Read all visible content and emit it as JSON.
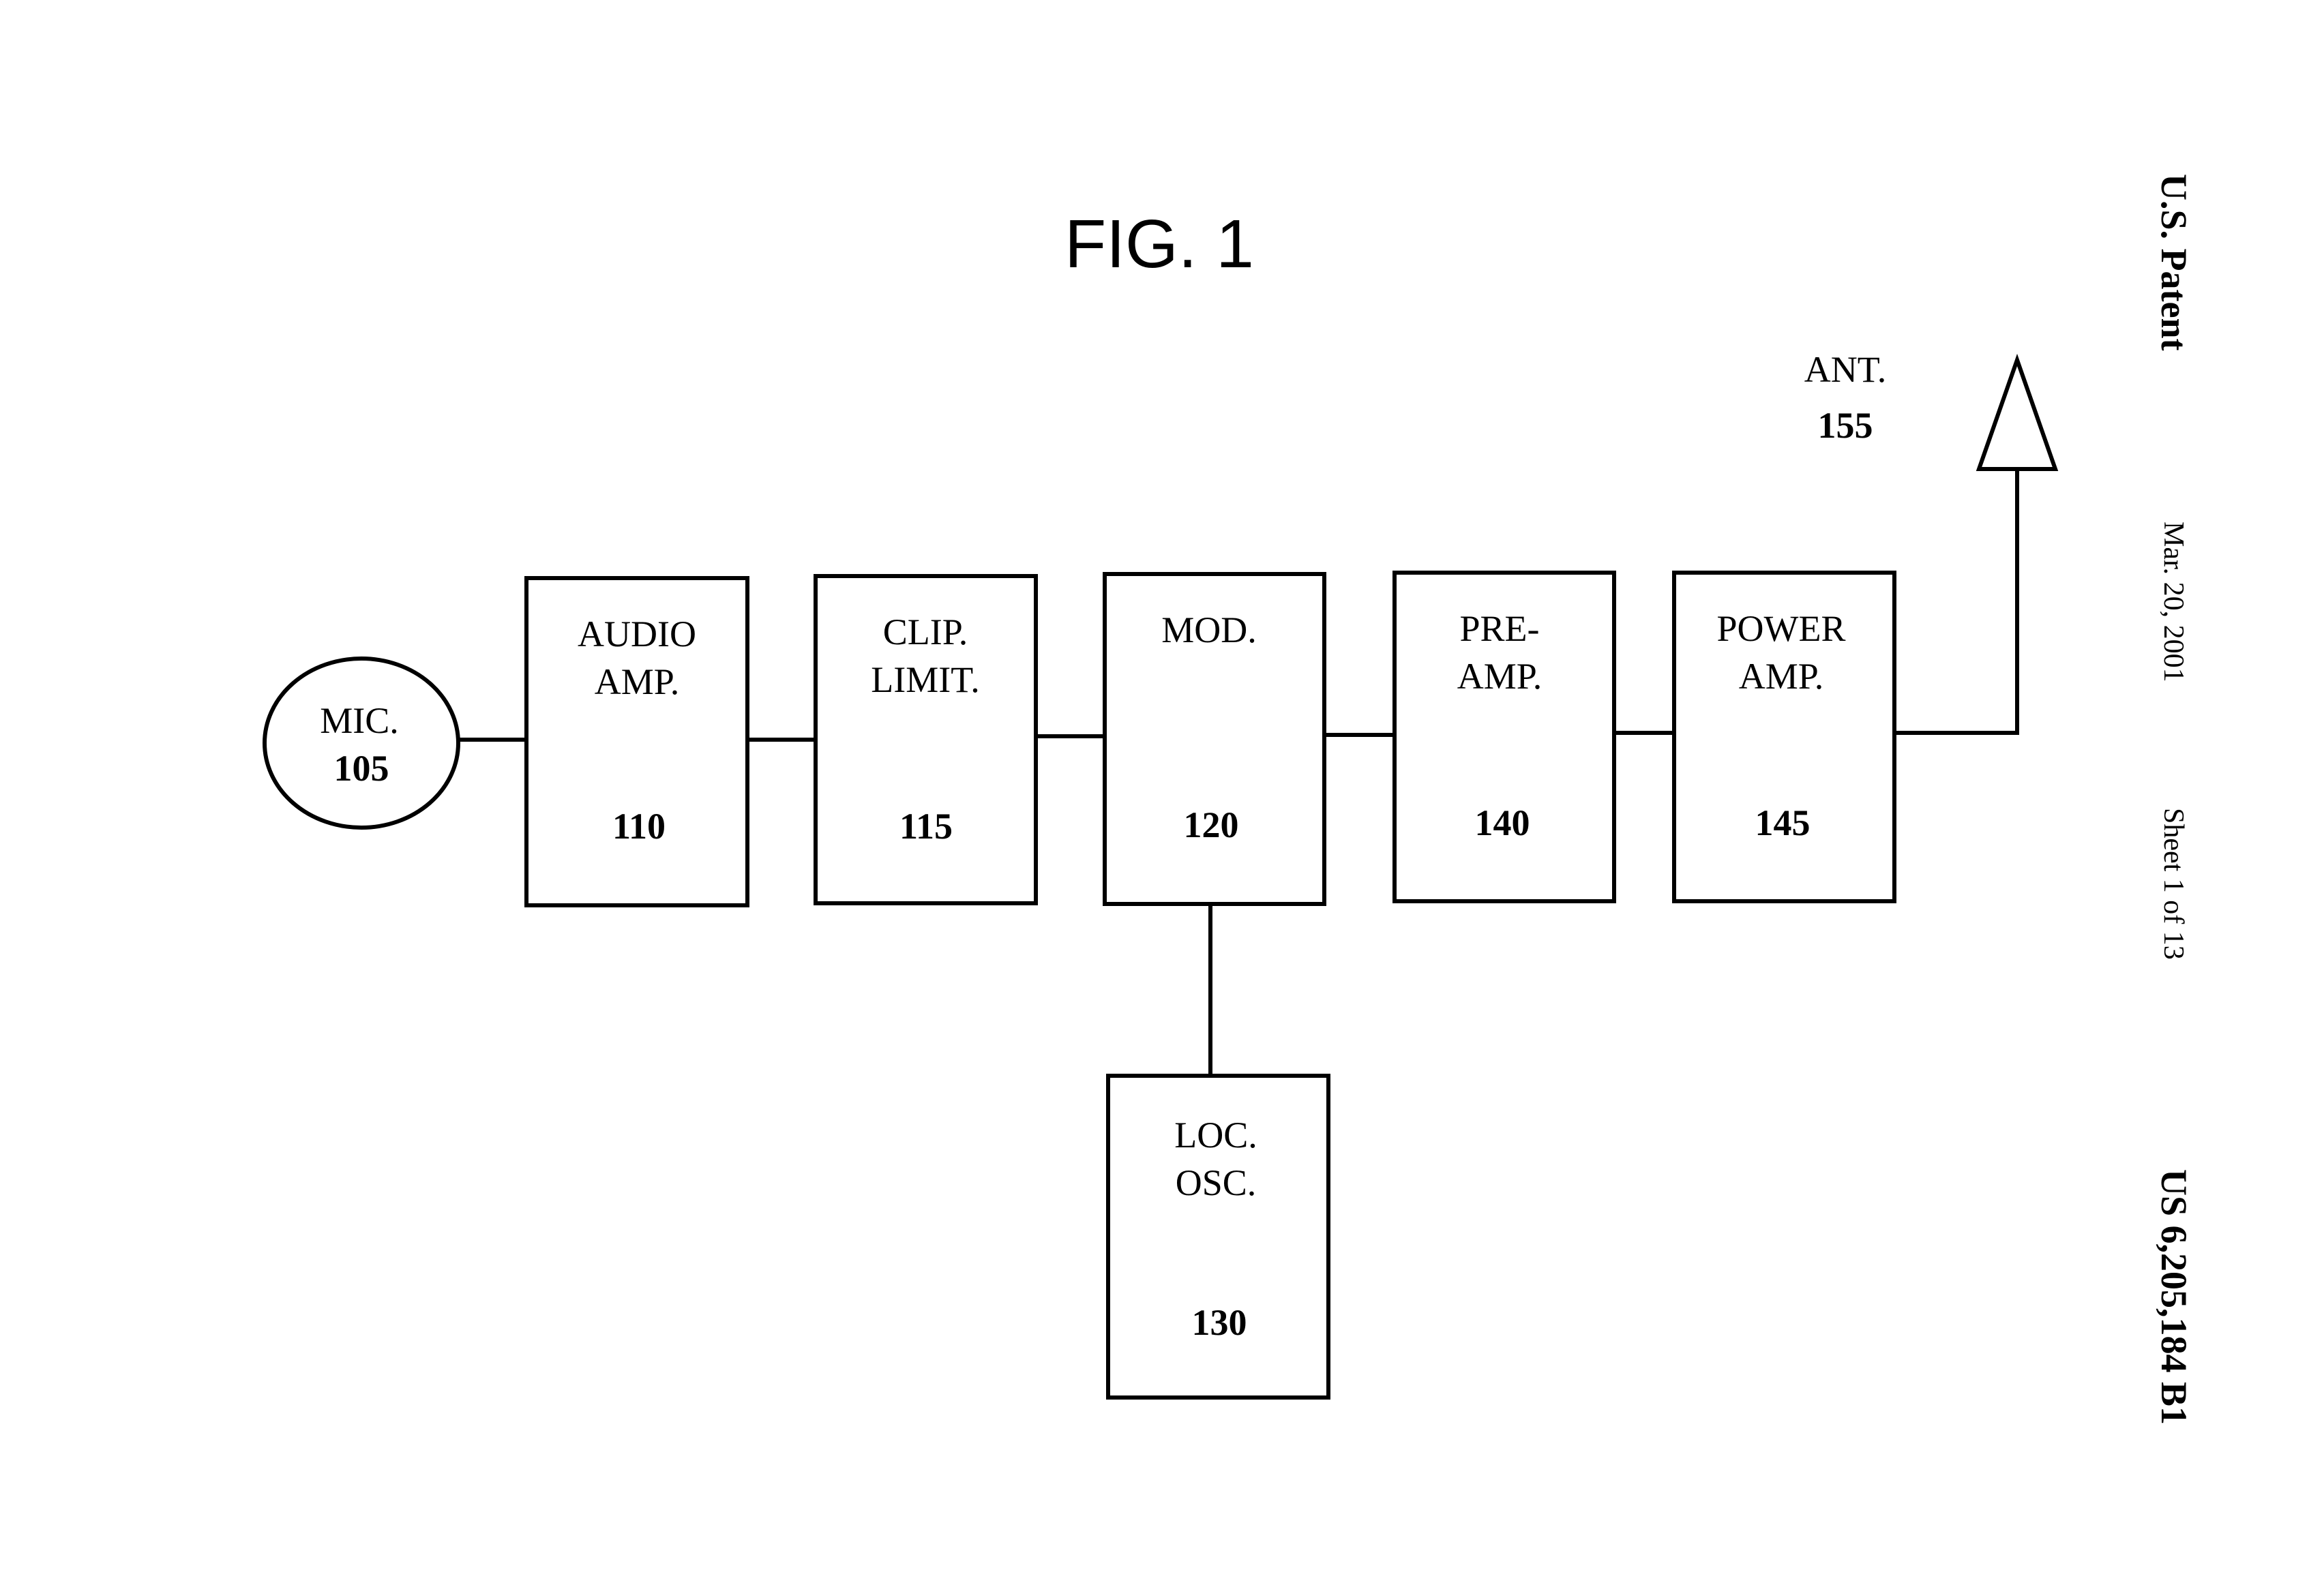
{
  "figure": {
    "title": "FIG. 1"
  },
  "header": {
    "patent": "U.S. Patent",
    "date": "Mar. 20, 2001",
    "sheet": "Sheet 1 of 13",
    "number": "US 6,205,184 B1"
  },
  "blocks": {
    "mic": {
      "line1": "MIC.",
      "line2": "",
      "number": "105"
    },
    "audio": {
      "line1": "AUDIO",
      "line2": "AMP.",
      "number": "110"
    },
    "clip": {
      "line1": "CLIP.",
      "line2": "LIMIT.",
      "number": "115"
    },
    "mod": {
      "line1": "MOD.",
      "line2": "",
      "number": "120"
    },
    "osc": {
      "line1": "LOC.",
      "line2": "OSC.",
      "number": "130"
    },
    "pre": {
      "line1": "PRE-",
      "line2": "AMP.",
      "number": "140"
    },
    "power": {
      "line1": "POWER",
      "line2": "AMP.",
      "number": "145"
    },
    "ant": {
      "line1": "ANT.",
      "line2": "",
      "number": "155"
    }
  }
}
